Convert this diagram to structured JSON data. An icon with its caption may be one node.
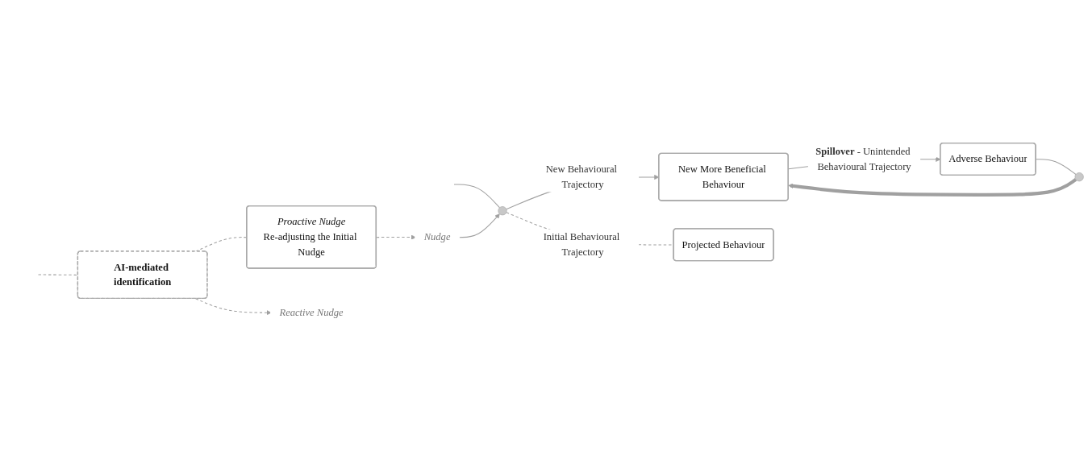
{
  "diagram": {
    "nodes": [
      {
        "text": [],
        "shape": "circle"
      },
      {
        "text": [
          "New More Beneficial Behaviour"
        ]
      },
      {
        "text": [
          "Adverse Behaviour"
        ]
      },
      {
        "text": [],
        "shape": "circle"
      },
      {
        "text": [
          "Projected Behaviour"
        ]
      },
      {
        "text": [
          "AI-mediated identification"
        ]
      },
      {
        "text": [
          "Proactive Nudge",
          "Re-adjusting the Initial Nudge"
        ]
      },
      {
        "text": [
          "Nudge"
        ]
      },
      {
        "text": [
          "Reactive Nudge"
        ]
      }
    ],
    "edges": [
      {
        "from": null,
        "to": 0,
        "arrow": "none"
      },
      {
        "from": 0,
        "to": 1,
        "arrow": "to",
        "label": "New Behavioural Trajectory"
      },
      {
        "from": 1,
        "to": 2,
        "arrow": "to",
        "label": "**Spillover** - Unintended Behavioural Trajectory"
      },
      {
        "from": 2,
        "to": 3,
        "arrow": "none"
      },
      {
        "from": 3,
        "to": 1,
        "arrow": "to",
        "style": "thick"
      },
      {
        "from": 0,
        "to": 4,
        "arrow": "none",
        "style": "dashed",
        "label": "Initial Behavioural Trajectory"
      },
      {
        "from": 7,
        "to": 0,
        "arrow": "to"
      },
      {
        "from": 6,
        "to": 7,
        "arrow": "to",
        "style": "dashed"
      },
      {
        "from": null,
        "to": 5,
        "arrow": "none",
        "style": "dashed"
      },
      {
        "from": 5,
        "to": 6,
        "arrow": "none",
        "style": "dashed"
      },
      {
        "from": 5,
        "to": 8,
        "arrow": "to",
        "style": "dashed"
      }
    ]
  }
}
